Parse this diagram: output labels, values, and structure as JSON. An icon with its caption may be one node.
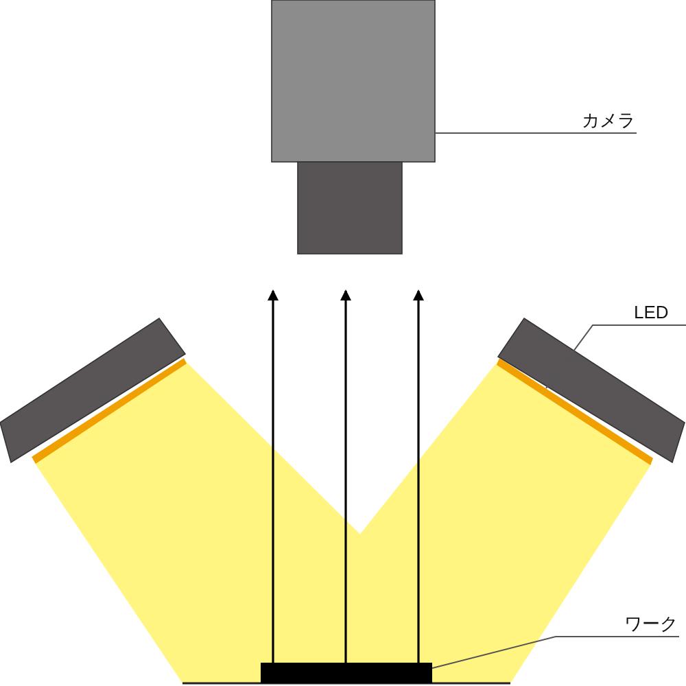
{
  "diagram": {
    "nodes": [
      {
        "text": [
          "カメラ"
        ]
      },
      {
        "text": [],
        "shape": "box"
      },
      {
        "text": [
          "LED"
        ]
      },
      {
        "text": [],
        "shape": "bar"
      },
      {
        "text": [
          "ワーク"
        ]
      },
      {
        "text": [],
        "shape": "bar"
      }
    ],
    "edges": [
      {
        "from": 0,
        "to": 1,
        "arrow": "none"
      },
      {
        "from": 2,
        "to": 3,
        "arrow": "none"
      },
      {
        "from": 4,
        "to": 5,
        "arrow": "none"
      },
      {
        "from": 5,
        "to": null,
        "arrow": "to"
      },
      {
        "from": 5,
        "to": null,
        "arrow": "to"
      },
      {
        "from": 5,
        "to": null,
        "arrow": "to"
      }
    ]
  }
}
